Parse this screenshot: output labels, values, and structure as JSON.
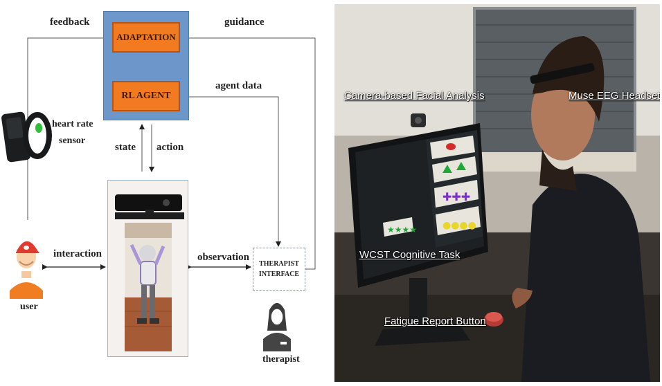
{
  "diagram": {
    "adaptation": "ADAPTATION",
    "rl_agent": "RL AGENT",
    "feedback": "feedback",
    "guidance": "guidance",
    "agent_data": "agent data",
    "state": "state",
    "action": "action",
    "interaction": "interaction",
    "observation": "observation",
    "therapist_interface_line1": "THERAPIST",
    "therapist_interface_line2": "INTERFACE",
    "heart_rate_line1": "heart rate",
    "heart_rate_line2": "sensor",
    "user": "user",
    "therapist": "therapist"
  },
  "photo": {
    "camera_caption": "Camera-based Facial Analysis",
    "eeg_caption": "Muse EEG Headset",
    "wcst_caption": "WCST Cognitive Task",
    "fatigue_caption": "Fatigue Report Button"
  },
  "colors": {
    "block_blue": "#6d97cb",
    "box_orange": "#f27b21",
    "user_orange": "#f07d22",
    "cap_red": "#e03a2f"
  },
  "icons": [
    "heart-rate-sensor-icon",
    "depth-camera-icon",
    "robot-icon",
    "user-icon",
    "therapist-icon",
    "facial-camera-icon"
  ]
}
